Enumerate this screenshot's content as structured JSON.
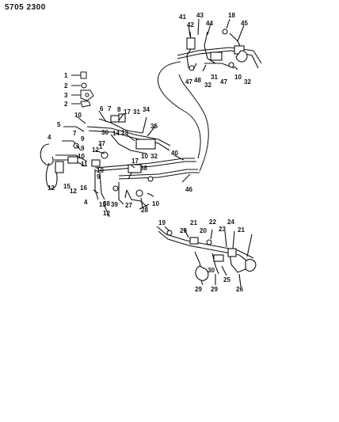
{
  "header": {
    "code": "5705  2300"
  },
  "callouts": {
    "c1": "1",
    "c2": "2",
    "c3": "3",
    "c4": "2",
    "c5": "10",
    "c6": "5",
    "c7": "7",
    "c8": "9",
    "c9": "4",
    "c10": "9",
    "c11": "10",
    "c12": "11",
    "c13": "12",
    "c14": "15",
    "c15": "12",
    "c16": "16",
    "c17": "6",
    "c18": "7",
    "c19": "8",
    "c20": "17",
    "c21": "31",
    "c22": "34",
    "c23": "35",
    "c24": "36",
    "c25": "14",
    "c26": "13",
    "c27": "37",
    "c28": "12",
    "c29": "1",
    "c30": "10",
    "c31": "32",
    "c32": "17",
    "c33": "38",
    "c34": "10",
    "c35": "9",
    "c36": "4",
    "c37": "38",
    "c38": "15",
    "c39": "39",
    "c40": "12",
    "c41": "27",
    "c42": "28",
    "c43": "10",
    "c44": "40",
    "c45": "46",
    "c46": "41",
    "c47": "42",
    "c48": "43",
    "c49": "44",
    "c50": "18",
    "c51": "45",
    "c52": "47",
    "c53": "48",
    "c54": "32",
    "c55": "31",
    "c56": "47",
    "c57": "10",
    "c58": "32",
    "c59": "19",
    "c60": "21",
    "c61": "20",
    "c62": "22",
    "c63": "20",
    "c64": "23",
    "c65": "24",
    "c66": "21",
    "c67": "29",
    "c68": "30",
    "c69": "29",
    "c70": "25",
    "c71": "26"
  }
}
